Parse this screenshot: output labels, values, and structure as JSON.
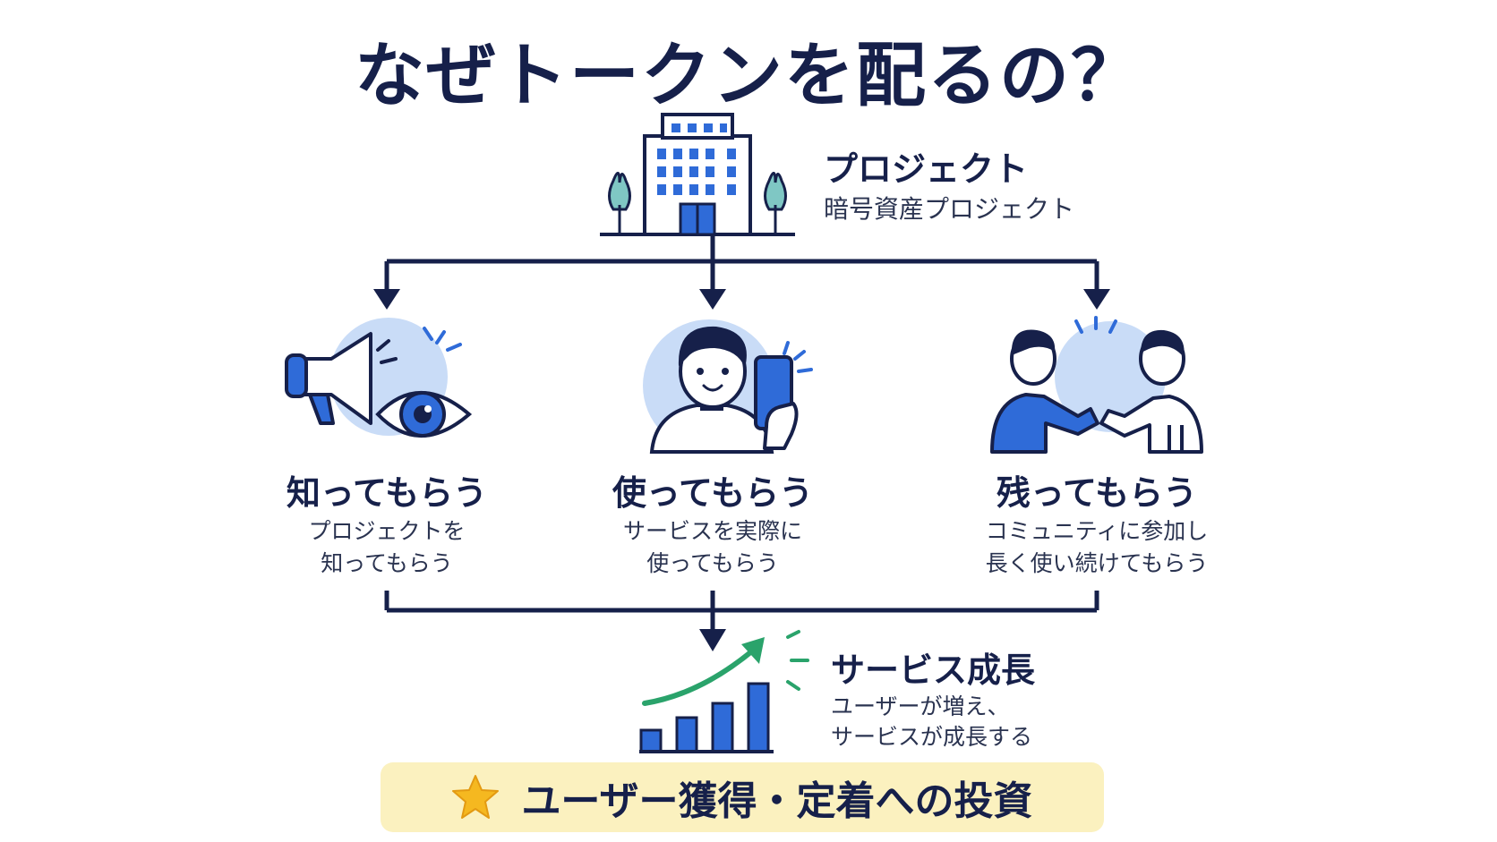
{
  "title": "なぜトークンを配るの？",
  "project": {
    "heading": "プロジェクト",
    "sub": "暗号資産プロジェクト",
    "icon": "office-building-icon"
  },
  "steps": [
    {
      "heading": "知ってもらう",
      "lines": [
        "プロジェクトを",
        "知ってもらう"
      ],
      "icon": "megaphone-eye-icon"
    },
    {
      "heading": "使ってもらう",
      "lines": [
        "サービスを実際に",
        "使ってもらう"
      ],
      "icon": "person-smartphone-icon"
    },
    {
      "heading": "残ってもらう",
      "lines": [
        "コミュニティに参加し",
        "長く使い続けてもらう"
      ],
      "icon": "handshake-icon"
    }
  ],
  "growth": {
    "heading": "サービス成長",
    "lines": [
      "ユーザーが増え、",
      "サービスが成長する"
    ],
    "icon": "growth-chart-icon"
  },
  "banner": {
    "text": "ユーザー獲得・定着への投資",
    "icon": "star-icon"
  },
  "colors": {
    "navy": "#16204a",
    "blue": "#2f6bd8",
    "light_blue": "#c9dcf7",
    "green": "#2aa36b",
    "banner_bg": "#fbf1bf",
    "star": "#f5b820"
  }
}
